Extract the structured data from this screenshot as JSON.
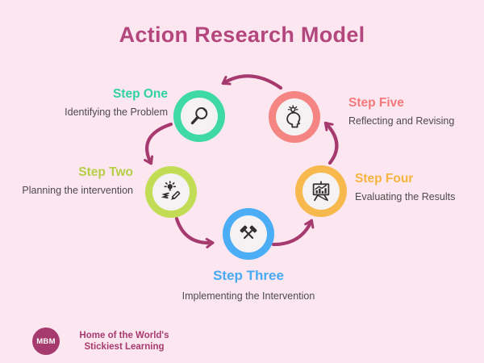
{
  "title": "Action Research Model",
  "title_color": "#b3477d",
  "background_color": "#fce7f1",
  "arrow_color": "#a63a6e",
  "steps": [
    {
      "label": "Step One",
      "description": "Identifying the Problem",
      "color": "#3ed9a5",
      "icon": "magnifier-icon"
    },
    {
      "label": "Step Two",
      "description": "Planning the intervention",
      "color": "#c3dc55",
      "icon": "lightbulb-pencil-icon"
    },
    {
      "label": "Step Three",
      "description": "Implementing the Intervention",
      "color": "#4badf5",
      "icon": "crossed-hammers-icon"
    },
    {
      "label": "Step Four",
      "description": "Evaluating the Results",
      "color": "#f7b94d",
      "icon": "presentation-chart-icon"
    },
    {
      "label": "Step Five",
      "description": "Reflecting and Revising",
      "color": "#f58582",
      "icon": "head-lightbulb-icon"
    }
  ],
  "brand": {
    "logo": "MBM",
    "tagline_line1": "Home of the World's",
    "tagline_line2": "Stickiest Learning"
  }
}
